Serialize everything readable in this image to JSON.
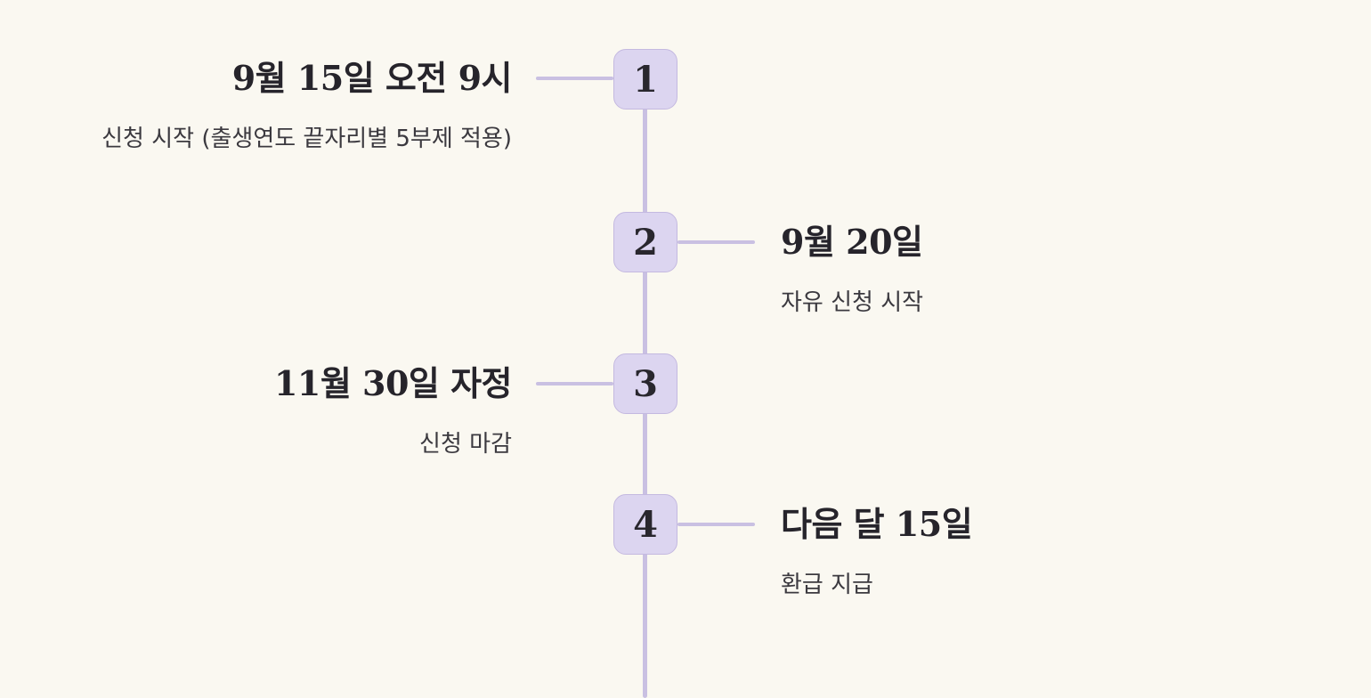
{
  "page": {
    "background": "#faf8f1"
  },
  "colors": {
    "background": "#faf8f1",
    "timeline_line": "#c9c0e2",
    "node_fill": "#dcd5f0",
    "node_border": "#c4b9e0",
    "title_text": "#26242b",
    "description_text": "#3b393f"
  },
  "timeline": {
    "orientation": "vertical",
    "items": [
      {
        "number": "1",
        "side": "left",
        "title": "9월 15일 오전 9시",
        "description": "신청 시작 (출생연도 끝자리별 5부제 적용)"
      },
      {
        "number": "2",
        "side": "right",
        "title": "9월 20일",
        "description": "자유 신청 시작"
      },
      {
        "number": "3",
        "side": "left",
        "title": "11월 30일 자정",
        "description": "신청 마감"
      },
      {
        "number": "4",
        "side": "right",
        "title": "다음 달 15일",
        "description": "환급 지급"
      }
    ]
  }
}
